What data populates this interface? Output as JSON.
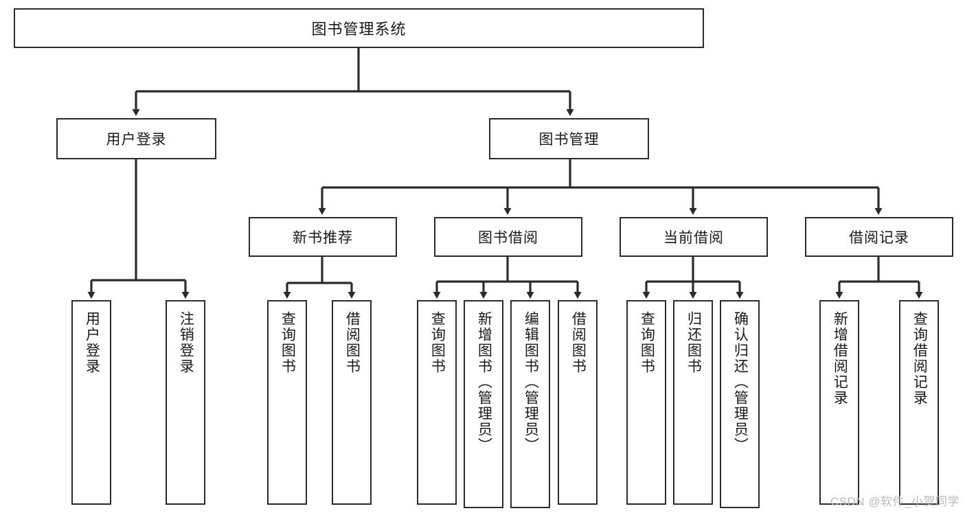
{
  "diagram": {
    "title": "图书管理系统",
    "type": "functional-structure-tree",
    "root": {
      "id": "root",
      "label": "图书管理系统"
    },
    "level2": [
      {
        "id": "user-login",
        "label": "用户登录"
      },
      {
        "id": "book-manage",
        "label": "图书管理"
      }
    ],
    "level3": [
      {
        "id": "new-book-recommend",
        "label": "新书推荐",
        "parent": "book-manage"
      },
      {
        "id": "book-borrow",
        "label": "图书借阅",
        "parent": "book-manage"
      },
      {
        "id": "current-borrow",
        "label": "当前借阅",
        "parent": "book-manage"
      },
      {
        "id": "borrow-record",
        "label": "借阅记录",
        "parent": "book-manage"
      }
    ],
    "leaves": {
      "user_login": [
        {
          "id": "leaf-user-login",
          "label": "用户登录"
        },
        {
          "id": "leaf-user-logout",
          "label": "注销登录"
        }
      ],
      "new_book_recommend": [
        {
          "id": "leaf-query-book-1",
          "label": "查询图书"
        },
        {
          "id": "leaf-borrow-book-1",
          "label": "借阅图书"
        }
      ],
      "book_borrow": [
        {
          "id": "leaf-query-book-2",
          "label": "查询图书"
        },
        {
          "id": "leaf-add-book",
          "label": "新增图书（管理员）"
        },
        {
          "id": "leaf-edit-book",
          "label": "编辑图书（管理员）"
        },
        {
          "id": "leaf-borrow-book-2",
          "label": "借阅图书"
        }
      ],
      "current_borrow": [
        {
          "id": "leaf-query-book-3",
          "label": "查询图书"
        },
        {
          "id": "leaf-return-book",
          "label": "归还图书"
        },
        {
          "id": "leaf-confirm-return",
          "label": "确认归还（管理员）"
        }
      ],
      "borrow_record": [
        {
          "id": "leaf-add-record",
          "label": "新增借阅记录"
        },
        {
          "id": "leaf-query-record",
          "label": "查询借阅记录"
        }
      ]
    },
    "colors": {
      "stroke": "#2b2b2b",
      "fill": "#ffffff",
      "text": "#1a1a1a",
      "watermark": "#b9b9b9"
    }
  },
  "watermark": {
    "text": "CSDN @软件_小贺同学"
  }
}
